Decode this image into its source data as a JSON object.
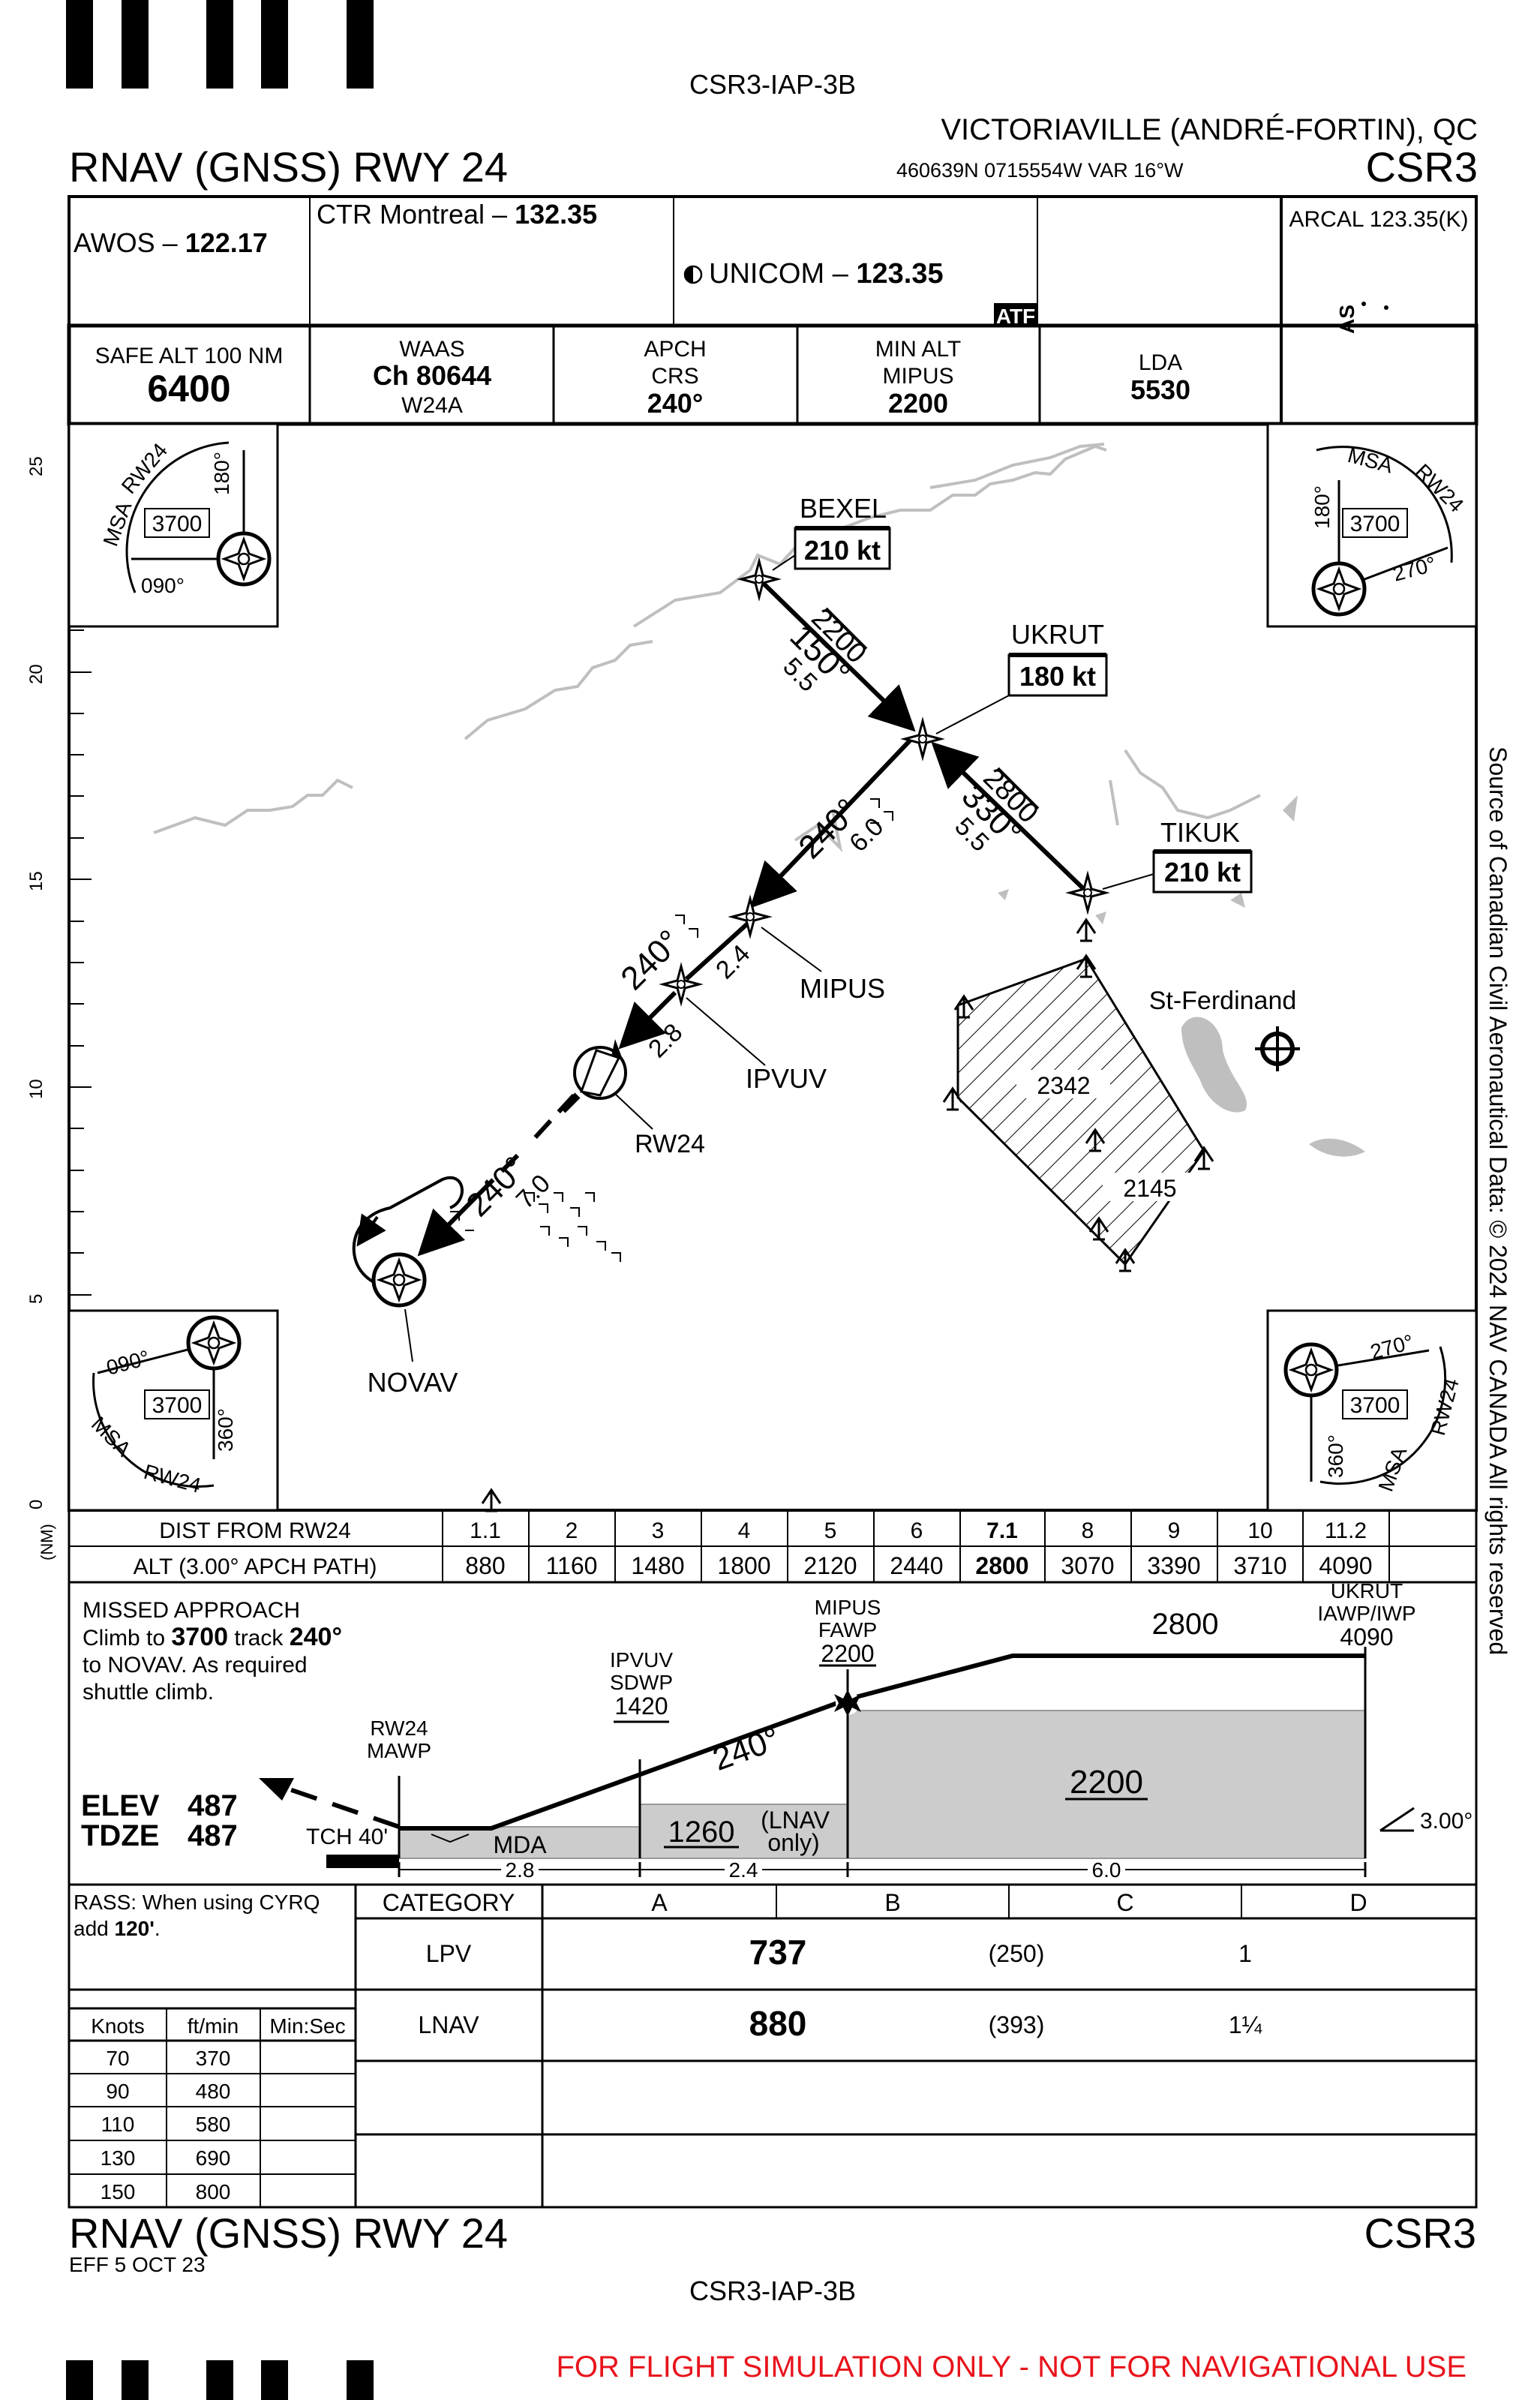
{
  "header": {
    "chart_id": "CSR3-IAP-3B",
    "airport": "VICTORIAVILLE (ANDRÉ-FORTIN), QC",
    "procedure": "RNAV (GNSS) RWY 24",
    "coords_var": "460639N  0715554W  VAR 16°W",
    "ident": "CSR3"
  },
  "comms": {
    "awos_label": "AWOS –",
    "awos_freq": "122.17",
    "ctr_label": "CTR Montreal –",
    "ctr_freq": "132.35",
    "unicom_label": "UNICOM –",
    "unicom_freq": "123.35",
    "atf": "ATF",
    "arcal": "ARCAL 123.35(K)",
    "as_note": "AS"
  },
  "briefing": {
    "safe_alt_label": "SAFE ALT 100 NM",
    "safe_alt_value": "6400",
    "waas_label": "WAAS",
    "waas_channel": "Ch 80644",
    "waas_id": "W24A",
    "apch_crs_label1": "APCH",
    "apch_crs_label2": "CRS",
    "apch_crs_value": "240°",
    "min_alt_label1": "MIN ALT",
    "min_alt_label2": "MIPUS",
    "min_alt_value": "2200",
    "lda_label": "LDA",
    "lda_value": "5530"
  },
  "msa": {
    "label": "MSA",
    "ref": "RW24",
    "alt": "3700",
    "tl_b1": "180°",
    "tl_b2": "090°",
    "tr_b1": "180°",
    "tr_b2": "270°",
    "bl_b1": "090°",
    "bl_b2": "360°",
    "br_b1": "270°",
    "br_b2": "360°"
  },
  "scale": {
    "labels": [
      "25",
      "20",
      "15",
      "10",
      "5",
      "0"
    ],
    "unit": "(NM)"
  },
  "plan": {
    "fixes": {
      "bexel": "BEXEL",
      "bexel_speed": "210 kt",
      "ukrut": "UKRUT",
      "ukrut_speed": "180 kt",
      "tikuk": "TIKUK",
      "tikuk_speed": "210 kt",
      "mipus": "MIPUS",
      "ipvuv": "IPVUV",
      "rw24": "RW24",
      "novav": "NOVAV"
    },
    "legs": {
      "bexel_alt": "2200",
      "bexel_crs": "150°",
      "bexel_dist": "5.5",
      "tikuk_alt": "2800",
      "tikuk_crs": "330°",
      "tikuk_dist": "5.5",
      "ukrut_crs": "240°",
      "ukrut_dist": "6.0",
      "mipus_crs": "240°",
      "mipus_dist": "2.4",
      "ipvuv_dist": "2.8",
      "missed_crs": "240°",
      "missed_dist": "7.0"
    },
    "town": "St-Ferdinand",
    "restricted_alt1": "2342",
    "restricted_alt2": "2145"
  },
  "copyright": "Source of Canadian Civil Aeronautical Data: © 2024 NAV CANADA All rights reserved",
  "dist_table": {
    "dist_label": "DIST FROM RW24",
    "alt_label": "ALT (3.00° APCH PATH)",
    "dist": [
      "1.1",
      "2",
      "3",
      "4",
      "5",
      "6",
      "7.1",
      "8",
      "9",
      "10",
      "11.2"
    ],
    "alt": [
      "880",
      "1160",
      "1480",
      "1800",
      "2120",
      "2440",
      "2800",
      "3070",
      "3390",
      "3710",
      "4090"
    ]
  },
  "profile": {
    "missed_title": "MISSED APPROACH",
    "missed_l1a": "Climb to",
    "missed_l1b": "3700",
    "missed_l1c": "track",
    "missed_l1d": "240°",
    "missed_l2": "to NOVAV. As required",
    "missed_l3": "shuttle climb.",
    "ukrut": "UKRUT",
    "ukrut_type": "IAWP/IWP",
    "ukrut_alt": "4090",
    "alt_2800": "2800",
    "mipus": "MIPUS",
    "mipus_type": "FAWP",
    "mipus_alt": "2200",
    "ipvuv": "IPVUV",
    "ipvuv_type": "SDWP",
    "ipvuv_alt": "1420",
    "rw24": "RW24",
    "rw24_type": "MAWP",
    "crs": "240°",
    "min_2200": "2200",
    "min_1260": "1260",
    "lnav_only_1": "(LNAV",
    "lnav_only_2": "only)",
    "mda": "MDA",
    "elev_label": "ELEV",
    "elev": "487",
    "tdze_label": "TDZE",
    "tdze": "487",
    "tch": "TCH 40'",
    "seg1": "2.8",
    "seg2": "2.4",
    "seg3": "6.0",
    "gp": "3.00°"
  },
  "minima": {
    "rass_line1": "RASS: When using CYRQ",
    "rass_line2a": "add",
    "rass_line2b": "120'",
    "rass_line2c": ".",
    "category_label": "CATEGORY",
    "categories": [
      "A",
      "B",
      "C",
      "D"
    ],
    "lpv_label": "LPV",
    "lpv_da": "737",
    "lpv_hat": "(250)",
    "lpv_vis": "1",
    "lnav_label": "LNAV",
    "lnav_mda": "880",
    "lnav_hat": "(393)",
    "lnav_vis": "1¼"
  },
  "descent_table": {
    "headers": [
      "Knots",
      "ft/min",
      "Min:Sec"
    ],
    "rows": [
      [
        "70",
        "370",
        ""
      ],
      [
        "90",
        "480",
        ""
      ],
      [
        "110",
        "580",
        ""
      ],
      [
        "130",
        "690",
        ""
      ],
      [
        "150",
        "800",
        ""
      ]
    ]
  },
  "footer": {
    "procedure": "RNAV (GNSS) RWY 24",
    "ident": "CSR3",
    "eff": "EFF 5 OCT 23",
    "chart_id": "CSR3-IAP-3B",
    "disclaimer": "FOR FLIGHT SIMULATION ONLY - NOT FOR NAVIGATIONAL USE"
  },
  "colors": {
    "ink": "#000000",
    "terrain_fill": "#cccccc",
    "water": "#bfbfbf",
    "disclaimer": "#e8141c"
  }
}
